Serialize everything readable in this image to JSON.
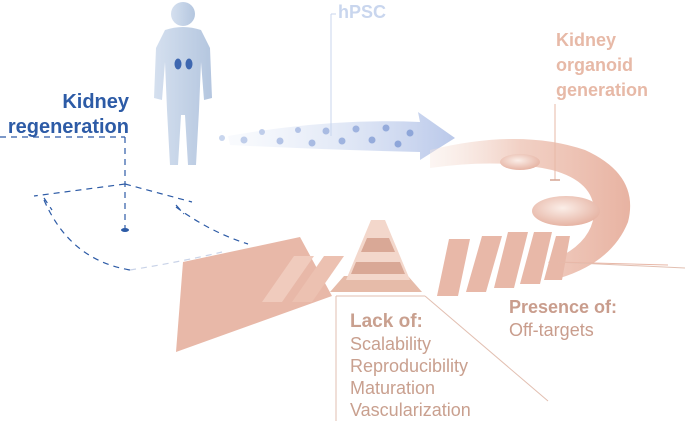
{
  "labels": {
    "kidney_regeneration": [
      "Kidney",
      "regeneration"
    ],
    "hpsc": "hPSC",
    "kidney_organoid_generation": [
      "Kidney",
      "organoid",
      "generation"
    ],
    "presence_title": "Presence of:",
    "presence_items": [
      "Off-targets"
    ],
    "lack_title": "Lack of:",
    "lack_items": [
      "Scalability",
      "Reproducibility",
      "Maturation",
      "Vascularization"
    ]
  },
  "colors": {
    "regeneration_blue": "#2d5ba6",
    "human_body": "#c6d4e8",
    "kidney_organ": "#3e67b0",
    "hpsc_text": "#c9d6ee",
    "cell_arrow": "#b9c8ea",
    "organoid_text": "#e7b9a7",
    "path_salmon": "#e9b6a6",
    "caution_text": "#c9a08f",
    "cone_orange": "#e8bfae"
  }
}
